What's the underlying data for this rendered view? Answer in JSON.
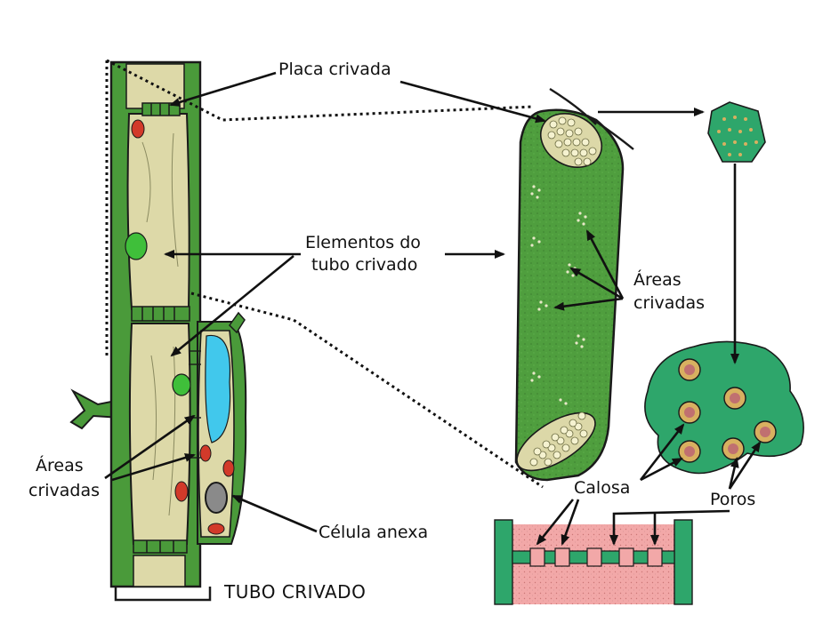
{
  "labels": {
    "placa_crivada": "Placa crivada",
    "elementos_line1": "Elementos do",
    "elementos_line2": "tubo crivado",
    "areas_right_line1": "Áreas",
    "areas_right_line2": "crivadas",
    "areas_left_line1": "Áreas",
    "areas_left_line2": "crivadas",
    "celula_anexa": "Célula anexa",
    "tubo_crivado": "TUBO CRIVADO",
    "calosa": "Calosa",
    "poros": "Poros"
  },
  "colors": {
    "wall_green": "#4a9a3a",
    "wall_dark": "#2f6e28",
    "cytoplasm": "#ddd9a8",
    "plastid_red": "#d23a2a",
    "nucleus_green": "#3fbf3a",
    "vacuole_blue": "#41c8ec",
    "companion_nucleus": "#8a8a8a",
    "teal_section": "#2ea66b",
    "callose_ring": "#d8b060",
    "pink_wall": "#f2a6a6"
  }
}
